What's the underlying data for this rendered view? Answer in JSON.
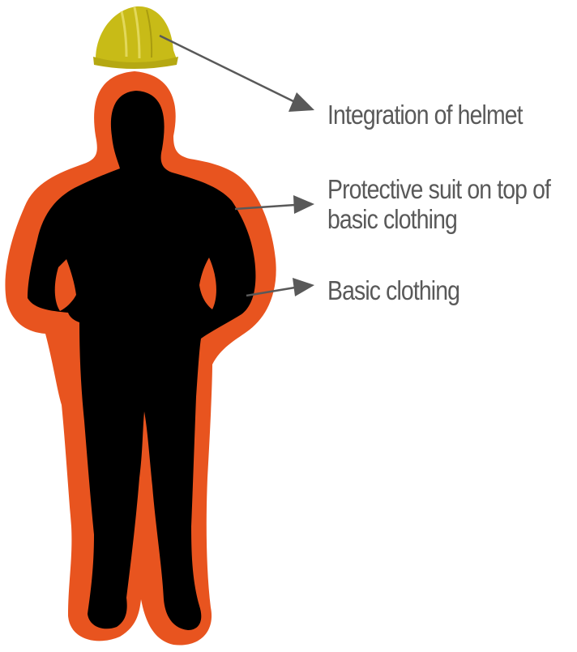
{
  "annotations": {
    "helmet": "Integration of helmet",
    "suit_line1": "Protective suit on top of",
    "suit_line2": "basic clothing",
    "basic": "Basic clothing"
  },
  "colors": {
    "suit_outline": "#e8541f",
    "silhouette": "#000000",
    "helmet": "#c8bb17",
    "arrow": "#595959",
    "text": "#595959"
  }
}
